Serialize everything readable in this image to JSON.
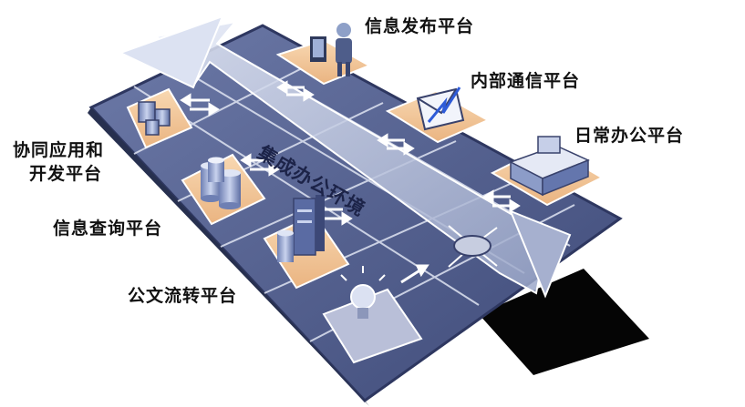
{
  "colors": {
    "board": "#4f5d8c",
    "board_dark": "#2f3a64",
    "grid": "#dfe4f2",
    "pad": "#f3c99a",
    "arrow": "#c8d0e6",
    "shadow": "#000000"
  },
  "platforms": {
    "publish": "信息发布平台",
    "internal_comm": "内部通信平台",
    "daily_office": "日常办公平台",
    "collab_line1": "协同应用和",
    "collab_line2": "开发平台",
    "query": "信息查询平台",
    "document": "公文流转平台"
  },
  "center_label": "集成办公环境",
  "icons": [
    "presenter-icon",
    "mail-lightning-icon",
    "building-icon",
    "puzzle-icon",
    "database-icon",
    "server-icon",
    "lightbulb-icon"
  ]
}
